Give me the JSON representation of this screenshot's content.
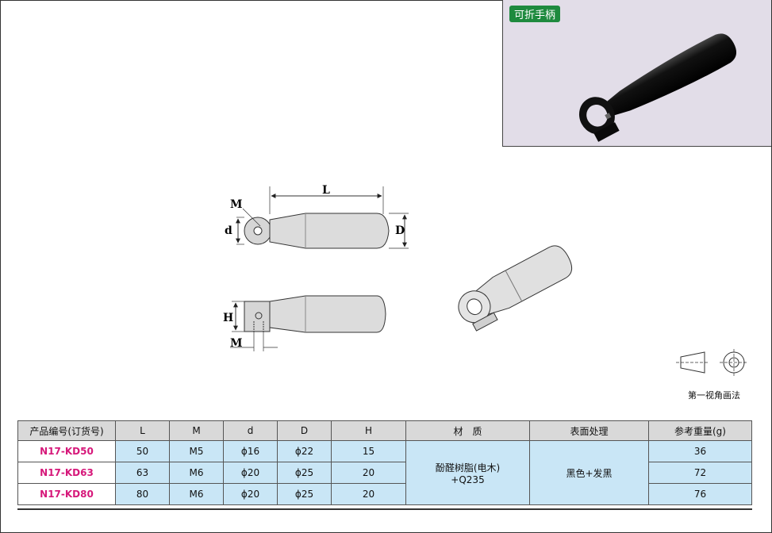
{
  "photo": {
    "badge": "可折手柄"
  },
  "drawing": {
    "labels": {
      "M_top": "M",
      "L": "L",
      "d": "d",
      "D": "D",
      "H": "H",
      "M_bottom": "M"
    }
  },
  "projection": {
    "label": "第一视角画法"
  },
  "table": {
    "headers": [
      "产品编号(订货号)",
      "L",
      "M",
      "d",
      "D",
      "H",
      "材　质",
      "表面处理",
      "参考重量(g)"
    ],
    "rows": [
      {
        "model": "N17-KD50",
        "L": "50",
        "M": "M5",
        "d": "ϕ16",
        "D": "ϕ22",
        "H": "15",
        "weight": "36"
      },
      {
        "model": "N17-KD63",
        "L": "63",
        "M": "M6",
        "d": "ϕ20",
        "D": "ϕ25",
        "H": "20",
        "weight": "72"
      },
      {
        "model": "N17-KD80",
        "L": "80",
        "M": "M6",
        "d": "ϕ20",
        "D": "ϕ25",
        "H": "20",
        "weight": "76"
      }
    ],
    "material": [
      "酚醛树脂(电木)",
      "+Q235"
    ],
    "finish": "黑色+发黑"
  }
}
